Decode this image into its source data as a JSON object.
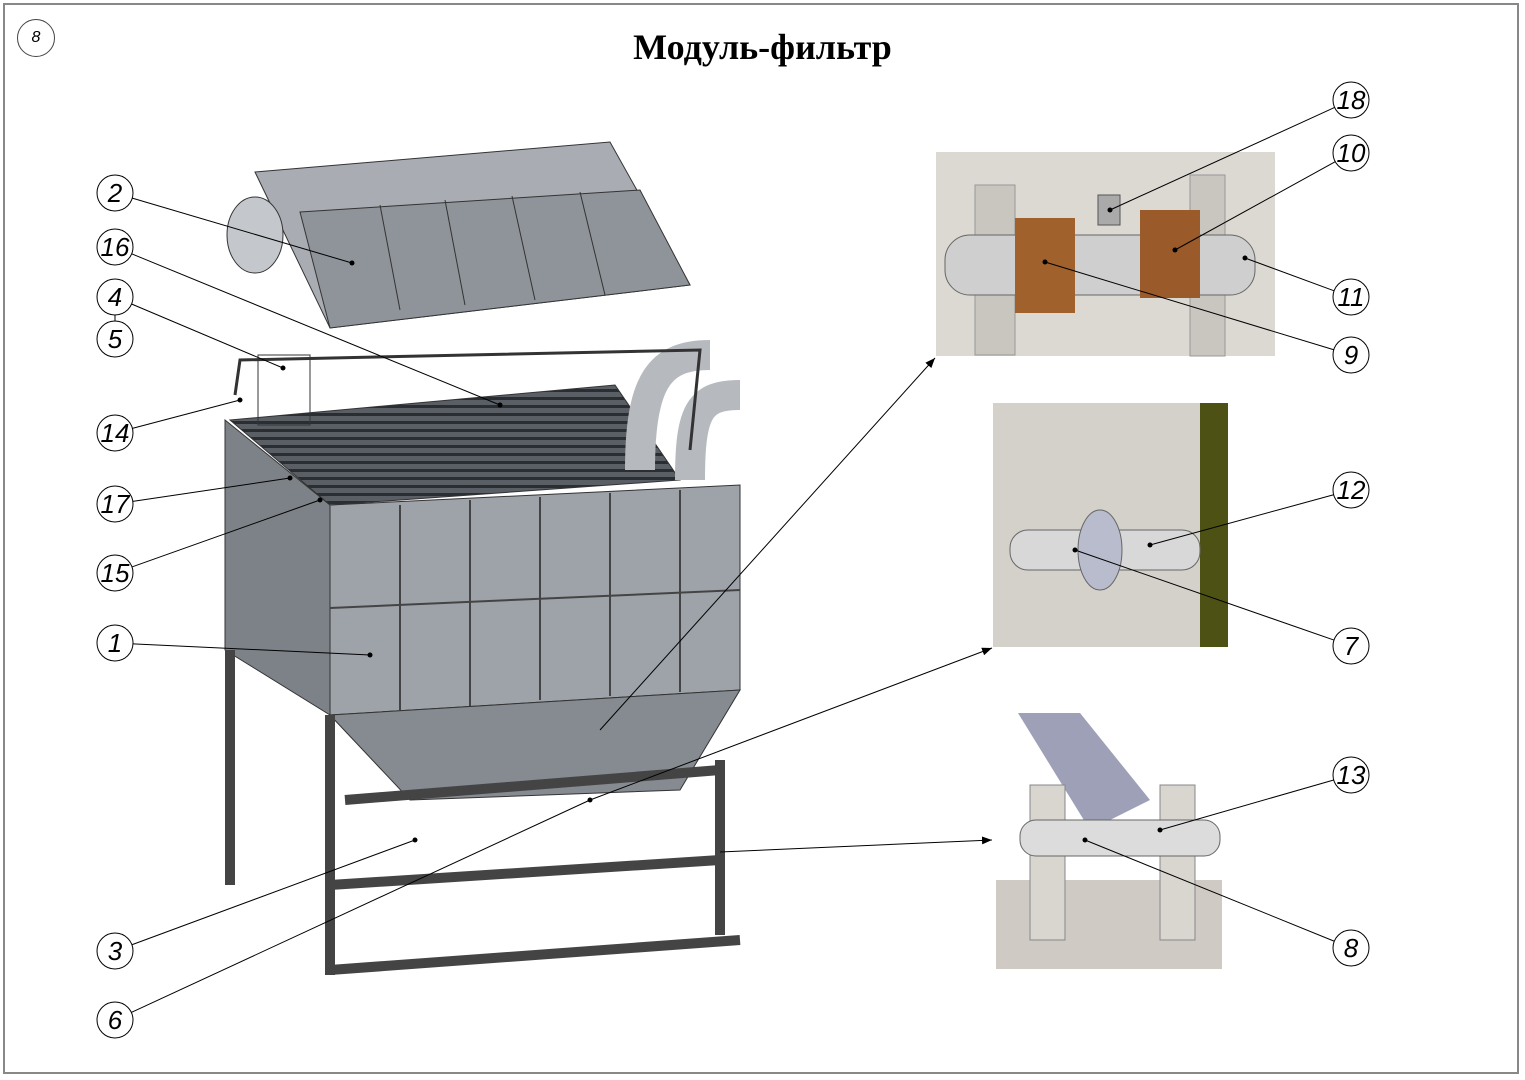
{
  "title": "Модуль-фильтр",
  "sheet_number": "8",
  "callouts_left": [
    "2",
    "16",
    "4",
    "5",
    "14",
    "17",
    "15",
    "1",
    "3",
    "6"
  ],
  "callouts_right": [
    "18",
    "10",
    "11",
    "9",
    "12",
    "7",
    "13",
    "8"
  ]
}
